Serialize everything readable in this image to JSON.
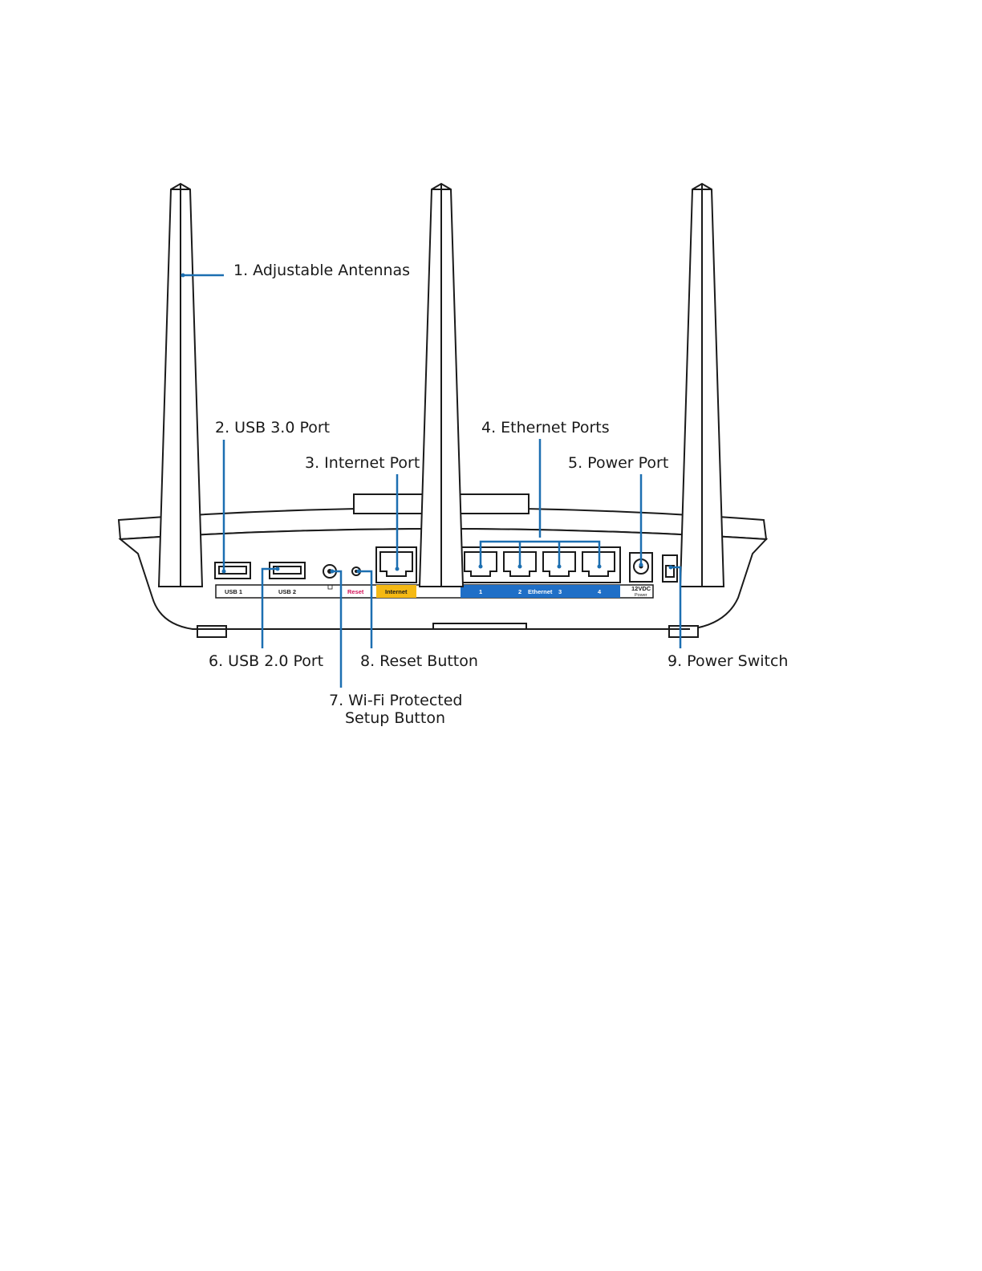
{
  "callouts": [
    {
      "id": "antennas",
      "text": "1. Adjustable Antennas"
    },
    {
      "id": "usb3",
      "text": "2. USB 3.0 Port"
    },
    {
      "id": "internet",
      "text": "3. Internet Port"
    },
    {
      "id": "ethernet",
      "text": "4. Ethernet Ports"
    },
    {
      "id": "power-port",
      "text": "5. Power Port"
    },
    {
      "id": "usb2",
      "text": "6. USB 2.0 Port"
    },
    {
      "id": "wps-line1",
      "text": "7. Wi-Fi Protected"
    },
    {
      "id": "wps-line2",
      "text": "Setup Button"
    },
    {
      "id": "reset",
      "text": "8. Reset Button"
    },
    {
      "id": "power-switch",
      "text": "9. Power Switch"
    }
  ],
  "panel_labels": {
    "usb1": "USB 1",
    "usb2": "USB 2",
    "reset": "Reset",
    "internet": "Internet",
    "eth1": "1",
    "eth2": "2",
    "ethernet": "Ethernet",
    "eth3": "3",
    "eth4": "4",
    "power_v": "12VDC",
    "power": "Power"
  },
  "colors": {
    "leader": "#1c6fb1",
    "internet_strip": "#f5b914",
    "ethernet_strip": "#1f6fc7",
    "reset_text": "#d4145a"
  }
}
